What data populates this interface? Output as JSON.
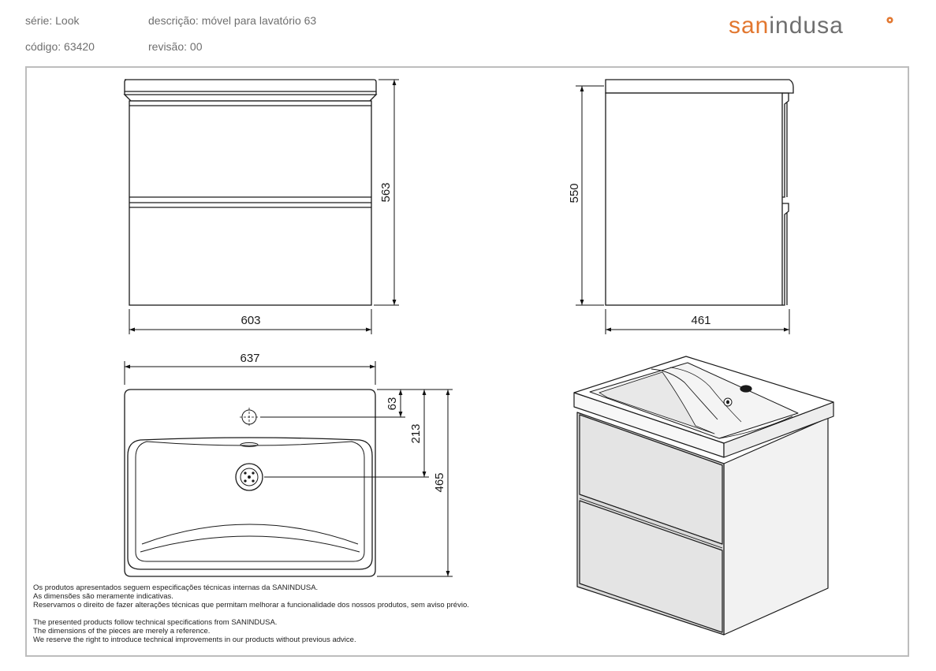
{
  "header": {
    "serie": "série: Look",
    "descricao": "descrição: móvel para lavatório 63",
    "codigo": "código: 63420",
    "revisao": "revisão: 00"
  },
  "brand": {
    "name_accent": "san",
    "name_rest": "indusa",
    "accent_color": "#e2772f",
    "text_color": "#6f6f6f",
    "mark_icon": "circle-mark-icon"
  },
  "dimensions": {
    "front_height": "563",
    "front_width": "603",
    "side_height": "550",
    "side_depth": "461",
    "top_width": "637",
    "tap_offset": "63",
    "drain_offset": "213",
    "top_depth": "465"
  },
  "notes": {
    "pt": [
      "Os produtos apresentados seguem especificações técnicas internas da SANINDUSA.",
      "As dimensões são meramente indicativas.",
      "Reservamos o direito de fazer alterações técnicas que permitam melhorar a funcionalidade dos nossos produtos, sem aviso prévio."
    ],
    "en": [
      "The presented products follow technical specifications from SANINDUSA.",
      "The dimensions of the pieces are merely a reference.",
      "We reserve the right to introduce technical improvements in our products without previous advice."
    ]
  }
}
